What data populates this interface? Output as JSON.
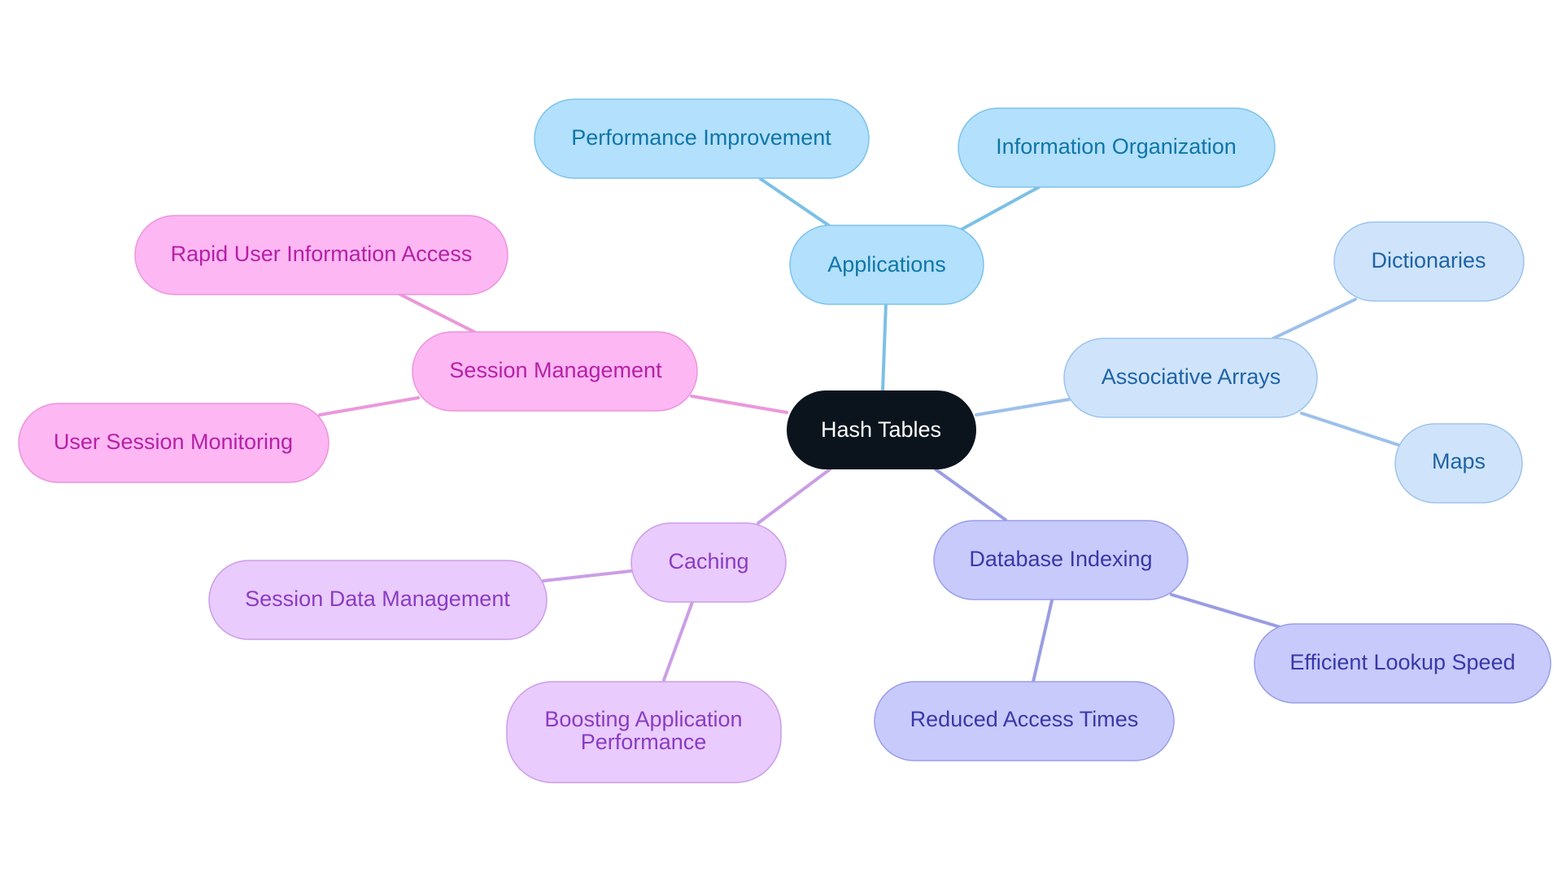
{
  "theme": {
    "root": {
      "fill": "#0b141c",
      "stroke": "#0b141c",
      "text": "#ffffff"
    },
    "applications": {
      "fill": "#b3e0fc",
      "stroke": "#7cc3ec",
      "text": "#0f76a8",
      "edge": "#7cc0e6"
    },
    "associative": {
      "fill": "#cfe4fb",
      "stroke": "#9dc3ec",
      "text": "#1f63a6",
      "edge": "#9dc0ea"
    },
    "database": {
      "fill": "#c8cafc",
      "stroke": "#9a9ee6",
      "text": "#3838a8",
      "edge": "#9a9de2"
    },
    "caching": {
      "fill": "#e9cbfd",
      "stroke": "#cc9de8",
      "text": "#8a3cc2",
      "edge": "#cb9ee6"
    },
    "session": {
      "fill": "#fdb7f3",
      "stroke": "#ec94de",
      "text": "#b521a6",
      "edge": "#ea98da"
    }
  },
  "nodes": {
    "root": {
      "label": "Hash Tables"
    },
    "applications": {
      "label": "Applications"
    },
    "performance_improvement": {
      "label": "Performance Improvement"
    },
    "information_organization": {
      "label": "Information Organization"
    },
    "associative_arrays": {
      "label": "Associative Arrays"
    },
    "dictionaries": {
      "label": "Dictionaries"
    },
    "maps": {
      "label": "Maps"
    },
    "database_indexing": {
      "label": "Database Indexing"
    },
    "efficient_lookup_speed": {
      "label": "Efficient Lookup Speed"
    },
    "reduced_access_times": {
      "label": "Reduced Access Times"
    },
    "caching": {
      "label": "Caching"
    },
    "session_data_management": {
      "label": "Session Data Management"
    },
    "boosting_application_performance": {
      "line1": "Boosting Application",
      "line2": "Performance"
    },
    "session_management": {
      "label": "Session Management"
    },
    "rapid_user_information_access": {
      "label": "Rapid User Information Access"
    },
    "user_session_monitoring": {
      "label": "User Session Monitoring"
    }
  }
}
